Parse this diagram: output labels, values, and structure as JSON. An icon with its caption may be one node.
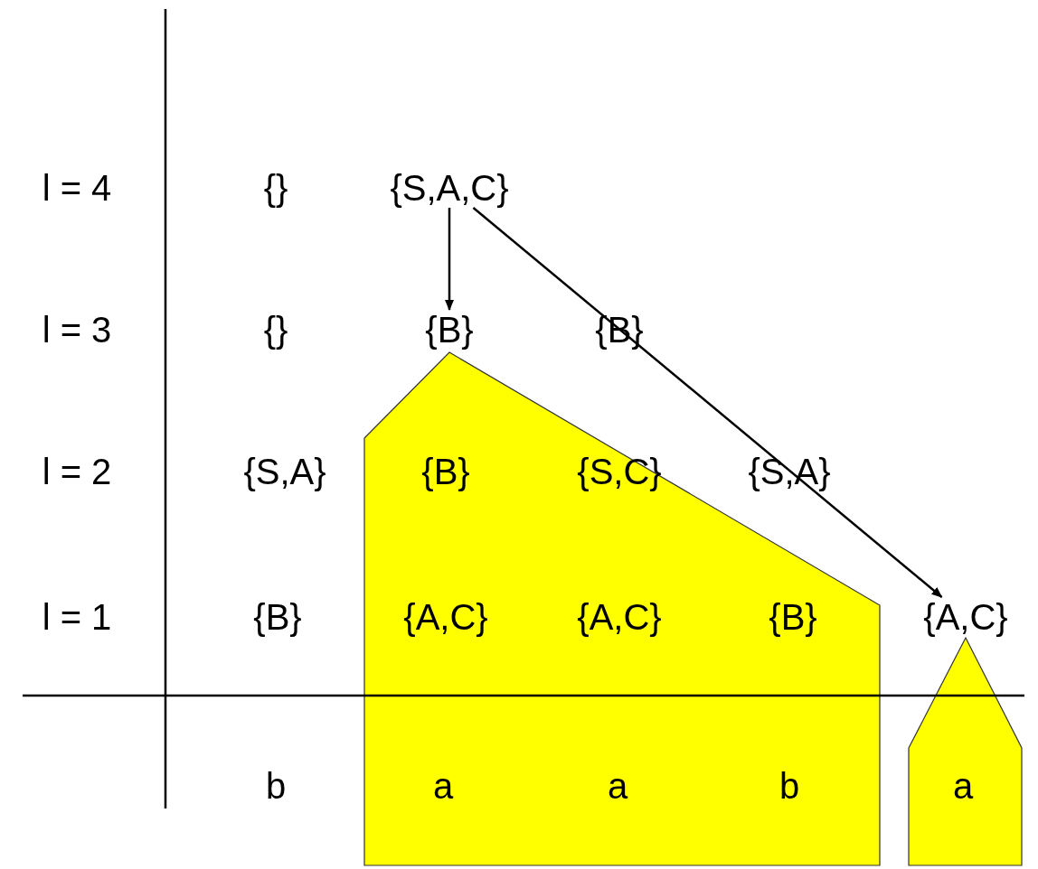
{
  "diagram": {
    "nodes": [
      {
        "text": [
          "{S,A,C}"
        ]
      },
      {
        "text": [
          "{B}"
        ]
      },
      {
        "text": [
          "{A,C}"
        ]
      }
    ],
    "edges": [
      {
        "from": 0,
        "to": 1,
        "arrow": "to"
      },
      {
        "from": 0,
        "to": 2,
        "arrow": "to"
      }
    ],
    "labels": [
      "l = 4",
      "{}",
      "l = 3",
      "{}",
      "{B}",
      "l = 2",
      "{S,A}",
      "{B}",
      "{S,C}",
      "{S,A}",
      "l = 1",
      "{B}",
      "{A,C}",
      "{A,C}",
      "{B}",
      "b",
      "a",
      "a",
      "b",
      "a"
    ]
  }
}
